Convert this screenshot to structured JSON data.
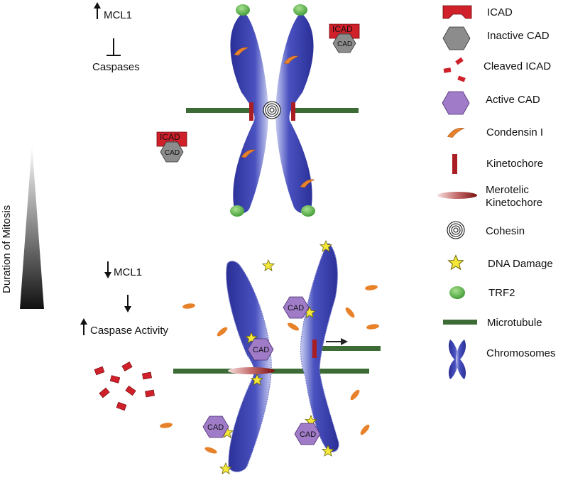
{
  "top_panel": {
    "mcl1_label": "MCL1",
    "caspases_label": "Caspases",
    "icad_tag": "ICAD",
    "cad_tag": "CAD"
  },
  "side_axis": {
    "label": "Duration of Mitosis"
  },
  "bottom_panel": {
    "mcl1_label": "MCL1",
    "caspase_activity_label": "Caspase Activity",
    "cad_tag": "CAD"
  },
  "legend": {
    "items": [
      {
        "label": "ICAD",
        "icon": "icad-icon"
      },
      {
        "label": "Inactive CAD",
        "icon": "inactive-cad-icon"
      },
      {
        "label": "Cleaved ICAD",
        "icon": "cleaved-icad-icon"
      },
      {
        "label": "Active CAD",
        "icon": "active-cad-icon"
      },
      {
        "label": "Condensin I",
        "icon": "condensin-icon"
      },
      {
        "label": "Kinetochore",
        "icon": "kinetochore-icon"
      },
      {
        "label": "Merotelic",
        "label2": "Kinetochore",
        "icon": "merotelic-kinetochore-icon"
      },
      {
        "label": "Cohesin",
        "icon": "cohesin-icon"
      },
      {
        "label": "DNA Damage",
        "icon": "dna-damage-icon"
      },
      {
        "label": "TRF2",
        "icon": "trf2-icon"
      },
      {
        "label": "Microtubule",
        "icon": "microtubule-icon"
      },
      {
        "label": "Chromosomes",
        "icon": "chromosomes-icon"
      }
    ]
  },
  "colors": {
    "chromosome": "#3a40a8",
    "icad": "#d0202a",
    "inactive_cad": "#8c8c8c",
    "active_cad": "#a07cc8",
    "condensin": "#e8822a",
    "kinetochore": "#a81e24",
    "microtubule": "#3d6b35",
    "trf2": "#5cb84a",
    "dna_damage": "#f5e83a"
  }
}
